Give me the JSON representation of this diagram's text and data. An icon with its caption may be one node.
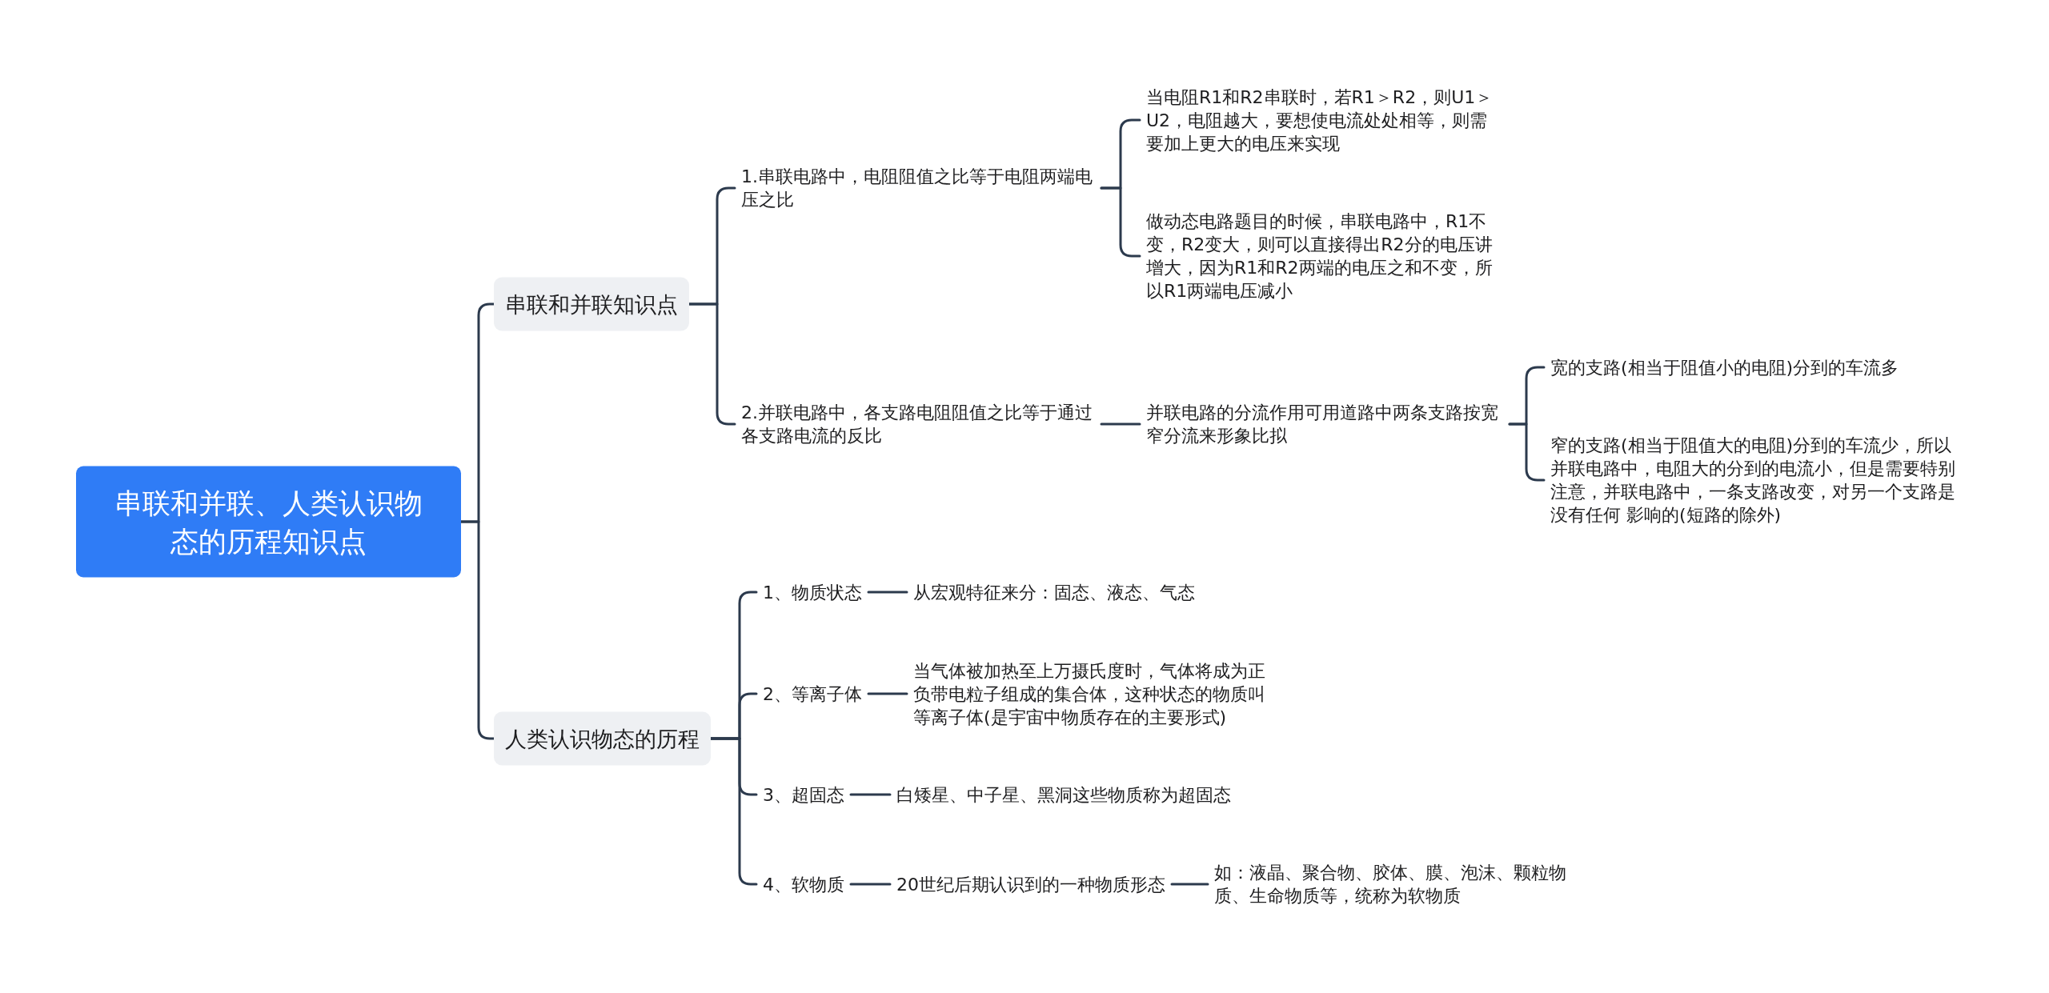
{
  "diagram": {
    "nodes": [
      {
        "text": [
          "串联和并联、人类认识物态的历程知识点"
        ]
      },
      {
        "text": [
          "串联和并联知识点"
        ]
      },
      {
        "text": [
          "1.串联电路中，电阻阻值之比等于电阻两端电压之比"
        ]
      },
      {
        "text": [
          "当电阻R1和R2串联时，若R1＞R2，则U1＞U2，电阻越大，要想使电流处处相等，则需要加上更大的电压来实现"
        ]
      },
      {
        "text": [
          "做动态电路题目的时候，串联电路中，R1不变，R2变大，则可以直接得出R2分的电压讲增大，因为R1和R2两端的电压之和不变，所以R1两端电压减小"
        ]
      },
      {
        "text": [
          "2.并联电路中，各支路电阻阻值之比等于通过各支路电流的反比"
        ]
      },
      {
        "text": [
          "并联电路的分流作用可用道路中两条支路按宽窄分流来形象比拟"
        ]
      },
      {
        "text": [
          "宽的支路(相当于阻值小的电阻)分到的车流多"
        ]
      },
      {
        "text": [
          "窄的支路(相当于阻值大的电阻)分到的车流少，所以并联电路中，电阻大的分到的电流小，但是需要特别注意，并联电路中，一条支路改变，对另一个支路是没有任何 影响的(短路的除外)"
        ]
      },
      {
        "text": [
          "人类认识物态的历程"
        ]
      },
      {
        "text": [
          "1、物质状态"
        ]
      },
      {
        "text": [
          "从宏观特征来分：固态、液态、气态"
        ]
      },
      {
        "text": [
          "2、等离子体"
        ]
      },
      {
        "text": [
          "当气体被加热至上万摄氏度时，气体将成为正负带电粒子组成的集合体，这种状态的物质叫等离子体(是宇宙中物质存在的主要形式)"
        ]
      },
      {
        "text": [
          "3、超固态"
        ]
      },
      {
        "text": [
          "白矮星、中子星、黑洞这些物质称为超固态"
        ]
      },
      {
        "text": [
          "4、软物质"
        ]
      },
      {
        "text": [
          "20世纪后期认识到的一种物质形态"
        ]
      },
      {
        "text": [
          "如：液晶、聚合物、胶体、膜、泡沫、颗粒物质、生命物质等，统称为软物质"
        ]
      }
    ],
    "edges": [
      {
        "from": 0,
        "to": 1,
        "arrow": "none"
      },
      {
        "from": 1,
        "to": 2,
        "arrow": "none"
      },
      {
        "from": 2,
        "to": 3,
        "arrow": "none"
      },
      {
        "from": 2,
        "to": 4,
        "arrow": "none"
      },
      {
        "from": 1,
        "to": 5,
        "arrow": "none"
      },
      {
        "from": 5,
        "to": 6,
        "arrow": "none"
      },
      {
        "from": 6,
        "to": 7,
        "arrow": "none"
      },
      {
        "from": 6,
        "to": 8,
        "arrow": "none"
      },
      {
        "from": 0,
        "to": 9,
        "arrow": "none"
      },
      {
        "from": 9,
        "to": 10,
        "arrow": "none"
      },
      {
        "from": 10,
        "to": 11,
        "arrow": "none"
      },
      {
        "from": 9,
        "to": 12,
        "arrow": "none"
      },
      {
        "from": 12,
        "to": 13,
        "arrow": "none"
      },
      {
        "from": 9,
        "to": 14,
        "arrow": "none"
      },
      {
        "from": 14,
        "to": 15,
        "arrow": "none"
      },
      {
        "from": 9,
        "to": 16,
        "arrow": "none"
      },
      {
        "from": 16,
        "to": 17,
        "arrow": "none"
      },
      {
        "from": 17,
        "to": 18,
        "arrow": "none"
      }
    ]
  }
}
